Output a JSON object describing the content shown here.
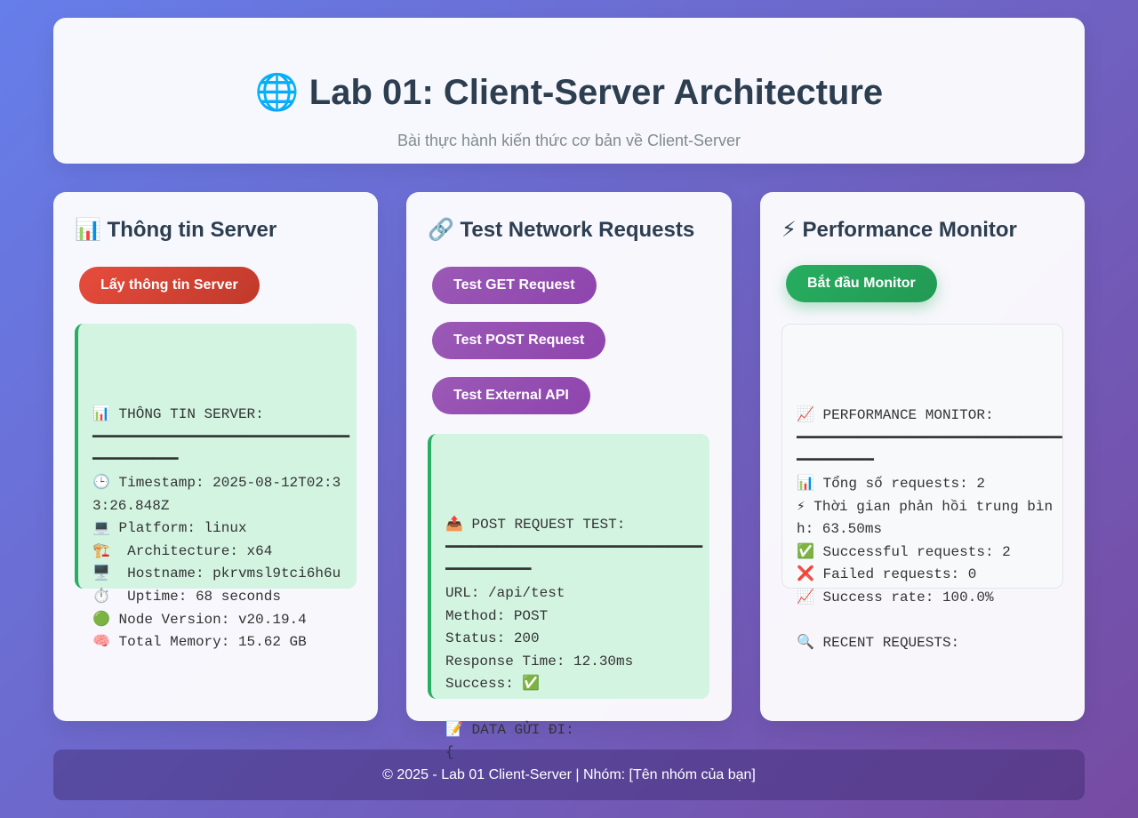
{
  "header": {
    "title": "🌐 Lab 01: Client-Server Architecture",
    "subtitle": "Bài thực hành kiến thức cơ bản về Client-Server"
  },
  "server_card": {
    "title": "📊 Thông tin Server",
    "button_label": "Lấy thông tin Server",
    "output": "📊 THÔNG TIN SERVER:\n━━━━━━━━━━━━━━━━━━━━━━━━━━━━━━━━━━━━━━━━\n🕒 Timestamp: 2025-08-12T02:33:26.848Z\n💻 Platform: linux\n🏗️  Architecture: x64\n🖥️  Hostname: pkrvmsl9tci6h6u\n⏱️  Uptime: 68 seconds\n🟢 Node Version: v20.19.4\n🧠 Total Memory: 15.62 GB"
  },
  "network_card": {
    "title": "🔗 Test Network Requests",
    "buttons": [
      "Test GET Request",
      "Test POST Request",
      "Test External API"
    ],
    "output": "📤 POST REQUEST TEST:\n━━━━━━━━━━━━━━━━━━━━━━━━━━━━━━━━━━━━━━━━\nURL: /api/test\nMethod: POST\nStatus: 200\nResponse Time: 12.30ms\nSuccess: ✅\n\n📝 DATA GỬI ĐI:\n{"
  },
  "perf_card": {
    "title": "⚡ Performance Monitor",
    "button_label": "Bắt đầu Monitor",
    "output": "📈 PERFORMANCE MONITOR:\n━━━━━━━━━━━━━━━━━━━━━━━━━━━━━━━━━━━━━━━━\n📊 Tổng số requests: 2\n⚡ Thời gian phản hồi trung bình: 63.50ms\n✅ Successful requests: 2\n❌ Failed requests: 0\n📈 Success rate: 100.0%\n\n🔍 RECENT REQUESTS:"
  },
  "footer": {
    "text": "© 2025 - Lab 01 Client-Server | Nhóm: [Tên nhóm của bạn]"
  }
}
